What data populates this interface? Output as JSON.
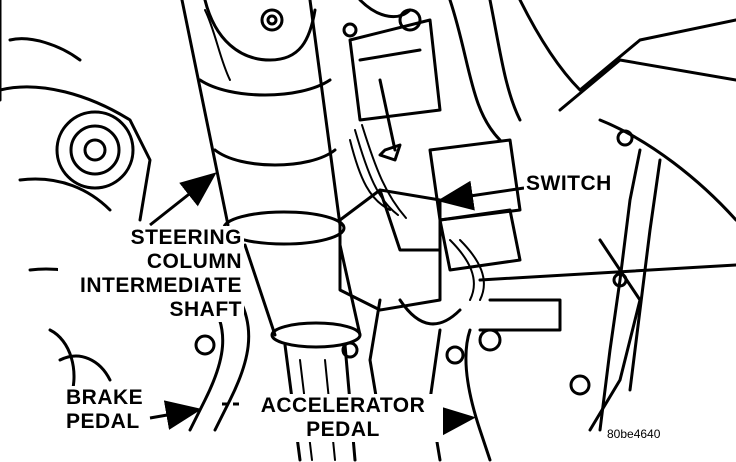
{
  "labels": {
    "switch": "SWITCH",
    "steering_line1": "STEERING",
    "steering_line2": "COLUMN",
    "steering_line3": "INTERMEDIATE",
    "steering_line4": "SHAFT",
    "brake_line1": "BRAKE",
    "brake_line2": "PEDAL",
    "accel_line1": "ACCELERATOR",
    "accel_line2": "PEDAL"
  },
  "figure_id": "80be4640",
  "colors": {
    "ink": "#000000",
    "paper": "#ffffff"
  }
}
